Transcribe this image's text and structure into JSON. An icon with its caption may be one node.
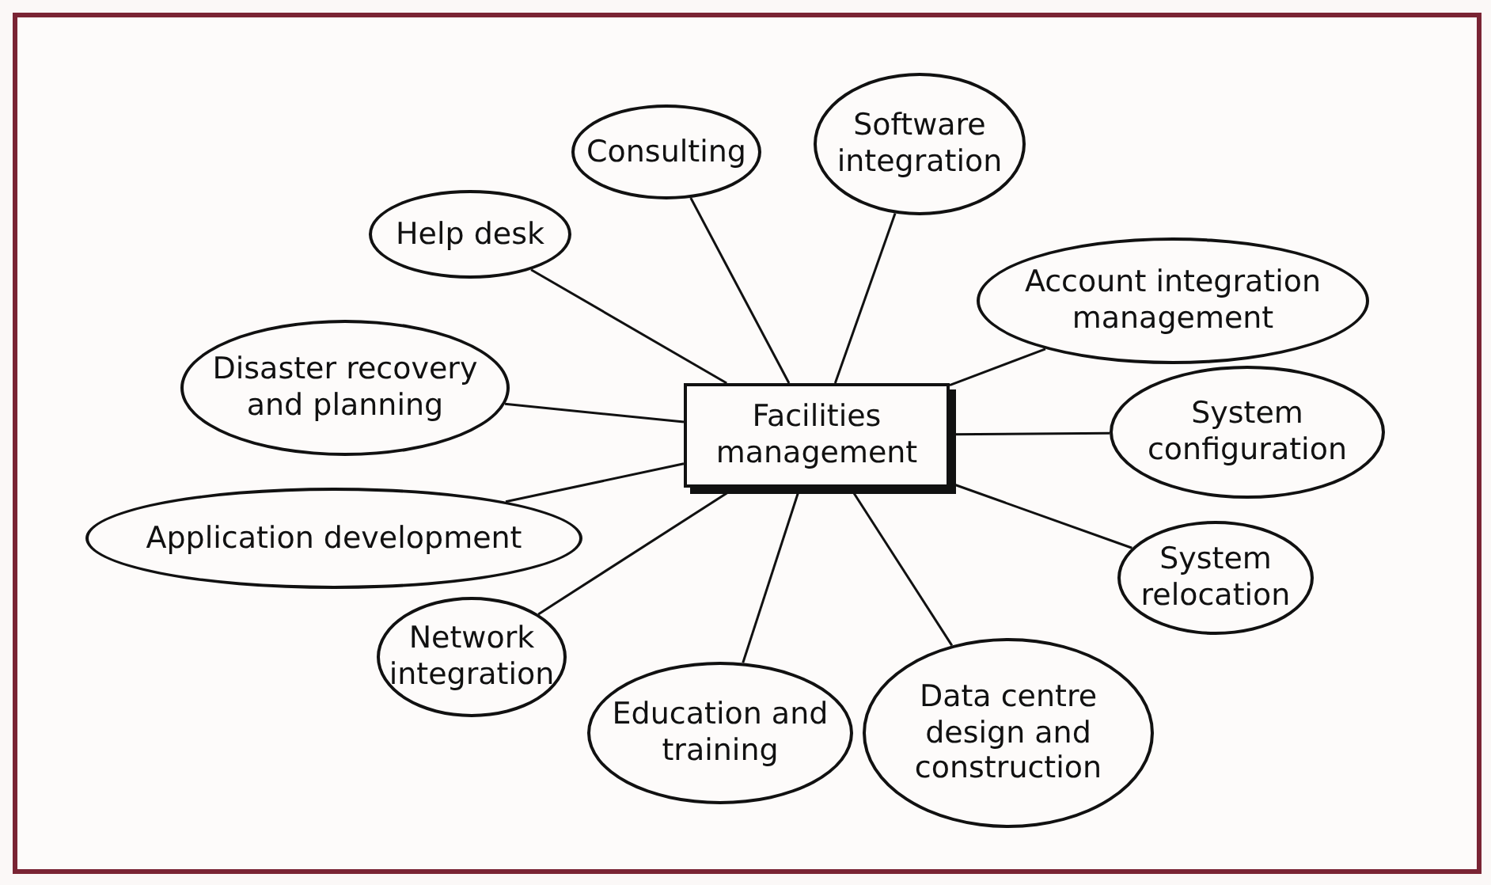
{
  "diagram": {
    "nodes": [
      {
        "text": [
          "Facilities management"
        ]
      },
      {
        "text": [
          "Consulting"
        ]
      },
      {
        "text": [
          "Software integration"
        ]
      },
      {
        "text": [
          "Help desk"
        ]
      },
      {
        "text": [
          "Account integration management"
        ]
      },
      {
        "text": [
          "Disaster recovery and planning"
        ]
      },
      {
        "text": [
          "System configuration"
        ]
      },
      {
        "text": [
          "Application development"
        ]
      },
      {
        "text": [
          "System relocation"
        ]
      },
      {
        "text": [
          "Network integration"
        ]
      },
      {
        "text": [
          "Education and training"
        ]
      },
      {
        "text": [
          "Data centre design and construction"
        ]
      }
    ],
    "edges": [
      {
        "from": 0,
        "to": 1,
        "arrow": "none"
      },
      {
        "from": 0,
        "to": 2,
        "arrow": "none"
      },
      {
        "from": 0,
        "to": 3,
        "arrow": "none"
      },
      {
        "from": 0,
        "to": 4,
        "arrow": "none"
      },
      {
        "from": 0,
        "to": 5,
        "arrow": "none"
      },
      {
        "from": 0,
        "to": 6,
        "arrow": "none"
      },
      {
        "from": 0,
        "to": 7,
        "arrow": "none"
      },
      {
        "from": 0,
        "to": 8,
        "arrow": "none"
      },
      {
        "from": 0,
        "to": 9,
        "arrow": "none"
      },
      {
        "from": 0,
        "to": 10,
        "arrow": "none"
      },
      {
        "from": 0,
        "to": 11,
        "arrow": "none"
      }
    ]
  }
}
